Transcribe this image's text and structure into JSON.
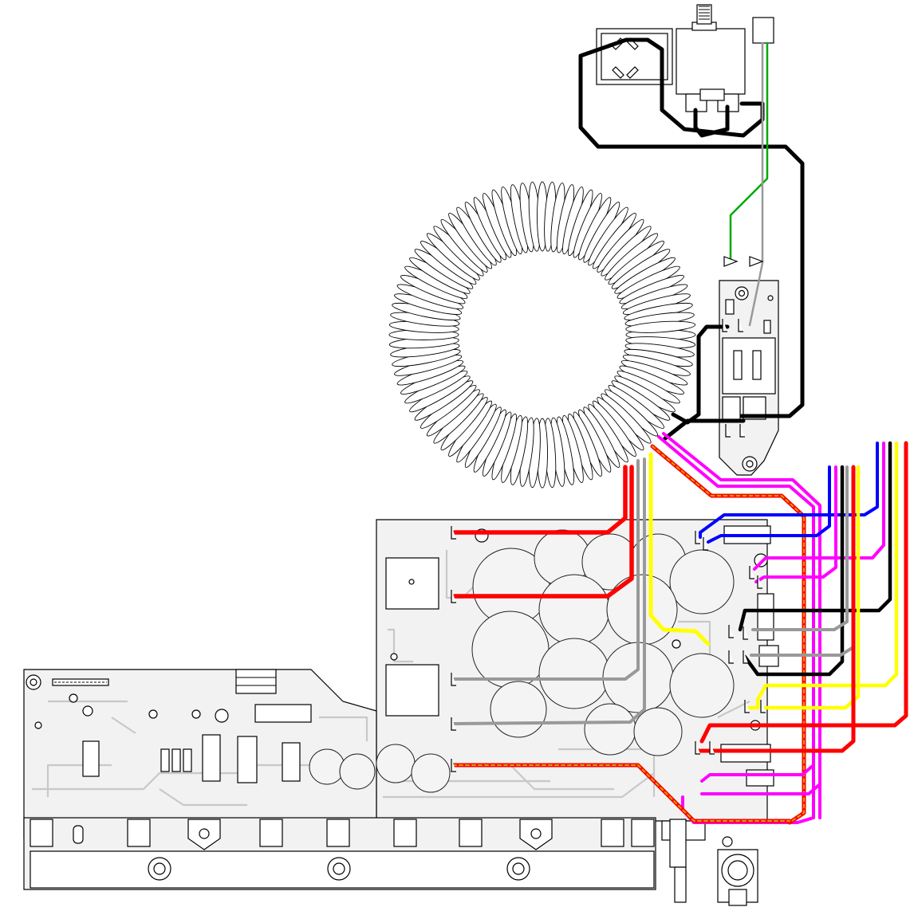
{
  "diagram": {
    "wire_colors": {
      "black": "#000000",
      "red": "#ff0000",
      "yellow": "#ffff00",
      "magenta": "#ff00ff",
      "blue": "#0000ff",
      "gray": "#999999",
      "green": "#00aa00",
      "ground_stripe": "#d4a000"
    },
    "board_fill": "#f2f2f2",
    "outline_color": "#000000",
    "components": [
      "mains-inlet",
      "fuse-holder",
      "power-switch",
      "toroidal-transformer",
      "relay-board",
      "power-supply-board",
      "amplifier-board",
      "heatsink",
      "speaker-terminal"
    ]
  }
}
